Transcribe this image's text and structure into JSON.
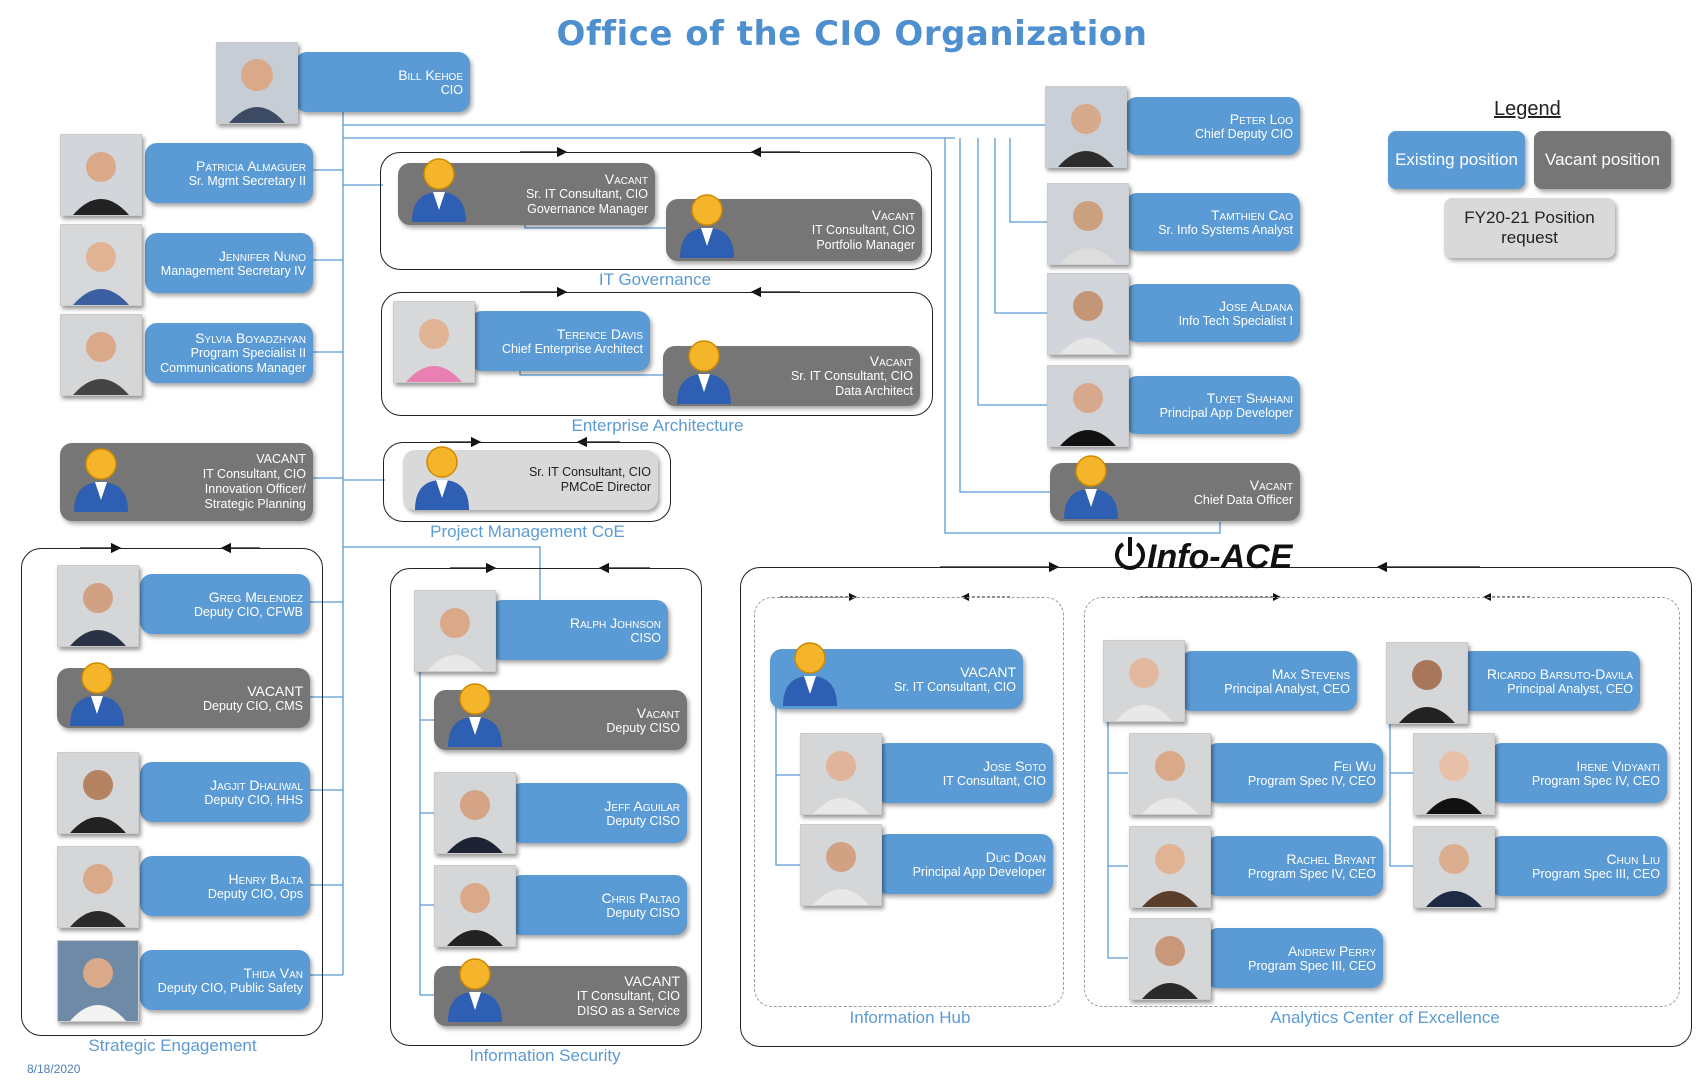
{
  "title": "Office of the CIO Organization",
  "date": "8/18/2020",
  "colors": {
    "existing": "#5b9bd5",
    "vacant": "#767676",
    "request": "#d9d9d9",
    "accent": "#4e8fd0"
  },
  "legend": {
    "title": "Legend",
    "existing": "Existing position",
    "vacant": "Vacant position",
    "request": "FY20-21 Position request"
  },
  "info_ace": "Info-ACE",
  "cio": {
    "name": "Bill Kehoe",
    "title": "CIO"
  },
  "deputy": {
    "name": "Peter Loo",
    "title": "Chief Deputy CIO"
  },
  "left_staff": [
    {
      "name": "Patricia Almaguer",
      "title": "Sr. Mgmt Secretary II"
    },
    {
      "name": "Jennifer Nuno",
      "title": "Management Secretary IV"
    },
    {
      "name": "Sylvia Boyadzhyan",
      "title": "Program Specialist II\nCommunications Manager"
    },
    {
      "name": "",
      "title": "VACANT\nIT Consultant, CIO\nInnovation Officer/\nStrategic Planning"
    }
  ],
  "right_staff": [
    {
      "name": "Tamthien Cao",
      "title": "Sr. Info Systems Analyst"
    },
    {
      "name": "Jose Aldana",
      "title": "Info Tech Specialist I"
    },
    {
      "name": "Tuyet Shahani",
      "title": "Principal App Developer"
    },
    {
      "name": "Vacant",
      "title": "Chief Data Officer"
    }
  ],
  "it_governance": {
    "label": "IT Governance",
    "positions": [
      {
        "name": "Vacant",
        "title": "Sr. IT Consultant, CIO\nGovernance Manager"
      },
      {
        "name": "Vacant",
        "title": "IT Consultant, CIO\nPortfolio Manager"
      }
    ]
  },
  "enterprise_architecture": {
    "label": "Enterprise Architecture",
    "positions": [
      {
        "name": "Terence Davis",
        "title": "Chief Enterprise Architect"
      },
      {
        "name": "Vacant",
        "title": "Sr. IT Consultant, CIO\nData Architect"
      }
    ]
  },
  "pmcoe": {
    "label": "Project Management CoE",
    "position": {
      "name": "",
      "title": "Sr. IT Consultant, CIO\nPMCoE Director"
    }
  },
  "strategic_engagement": {
    "label": "Strategic Engagement",
    "positions": [
      {
        "name": "Greg Melendez",
        "title": "Deputy CIO, CFWB"
      },
      {
        "name": "VACANT",
        "title": "Deputy CIO, CMS"
      },
      {
        "name": "Jagjit Dhaliwal",
        "title": "Deputy CIO, HHS"
      },
      {
        "name": "Henry Balta",
        "title": "Deputy CIO, Ops"
      },
      {
        "name": "Thida Van",
        "title": "Deputy CIO, Public Safety"
      }
    ]
  },
  "information_security": {
    "label": "Information Security",
    "lead": {
      "name": "Ralph Johnson",
      "title": "CISO"
    },
    "positions": [
      {
        "name": "Vacant",
        "title": "Deputy CISO"
      },
      {
        "name": "Jeff Aguilar",
        "title": "Deputy CISO"
      },
      {
        "name": "Chris Paltao",
        "title": "Deputy CISO"
      },
      {
        "name": "VACANT",
        "title": "IT Consultant, CIO\nDISO as a Service"
      }
    ]
  },
  "information_hub": {
    "label": "Information Hub",
    "lead": {
      "name": "VACANT",
      "title": "Sr. IT Consultant, CIO"
    },
    "positions": [
      {
        "name": "Jose Soto",
        "title": "IT Consultant, CIO"
      },
      {
        "name": "Duc Doan",
        "title": "Principal App Developer"
      }
    ]
  },
  "analytics_coe": {
    "label": "Analytics Center of Excellence",
    "col1_lead": {
      "name": "Max Stevens",
      "title": "Principal Analyst, CEO"
    },
    "col1": [
      {
        "name": "Fei Wu",
        "title": "Program Spec IV, CEO"
      },
      {
        "name": "Rachel Bryant",
        "title": "Program Spec IV, CEO"
      },
      {
        "name": "Andrew Perry",
        "title": "Program Spec III, CEO"
      }
    ],
    "col2_lead": {
      "name": "Ricardo Barsuto-Davila",
      "title": "Principal Analyst, CEO"
    },
    "col2": [
      {
        "name": "Irene Vidyanti",
        "title": "Program Spec IV, CEO"
      },
      {
        "name": "Chun Liu",
        "title": "Program Spec III, CEO"
      }
    ]
  }
}
